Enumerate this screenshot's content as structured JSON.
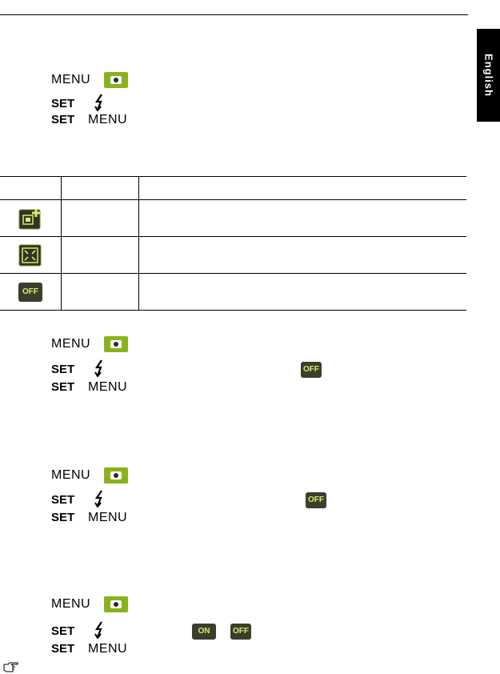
{
  "side_tab": {
    "label": "English"
  },
  "keys": {
    "menu": "MENU",
    "set": "SET"
  },
  "badges": {
    "off": "OFF",
    "on": "ON"
  },
  "icons": {
    "camera": "camera-mode-icon",
    "flash": "flash-down-icon",
    "face_frame": "face-tracking-icon",
    "wide_frame": "wide-area-af-icon",
    "note": "pointing-hand-icon"
  },
  "table": {
    "headers": [
      "",
      "",
      ""
    ],
    "rows": [
      {
        "icon": "face-tracking-icon",
        "mode": "",
        "description": ""
      },
      {
        "icon": "wide-area-af-icon",
        "mode": "",
        "description": ""
      },
      {
        "icon": "off-icon",
        "icon_text": "OFF",
        "mode": "",
        "description": ""
      }
    ]
  },
  "colors": {
    "accent_green": "#8ab21c",
    "badge_bg": "#3a3f2c",
    "badge_text": "#d6ec72"
  }
}
